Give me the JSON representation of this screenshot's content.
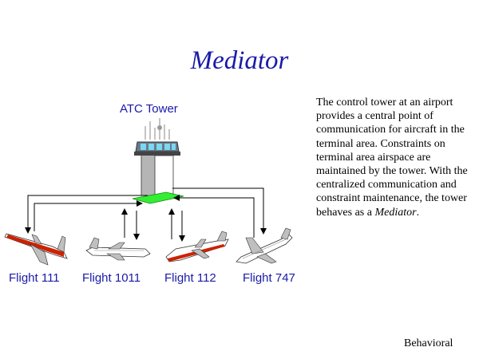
{
  "title": "Mediator",
  "tower": {
    "label": "ATC Tower"
  },
  "flights": [
    {
      "label": "Flight 111"
    },
    {
      "label": "Flight 1011"
    },
    {
      "label": "Flight 112"
    },
    {
      "label": "Flight 747"
    }
  ],
  "description": {
    "text": "The control tower at an airport provides a central point of communication for aircraft in the terminal area. Constraints on terminal area airspace are maintained by the tower.   With the centralized communication and constraint maintenance, the tower behaves as a",
    "emphasis": "Mediator",
    "suffix": "."
  },
  "footer": "Behavioral",
  "colors": {
    "title": "#1a1aa8",
    "tower_base": "#33ee33",
    "plane_stripe": "#cc2200"
  }
}
